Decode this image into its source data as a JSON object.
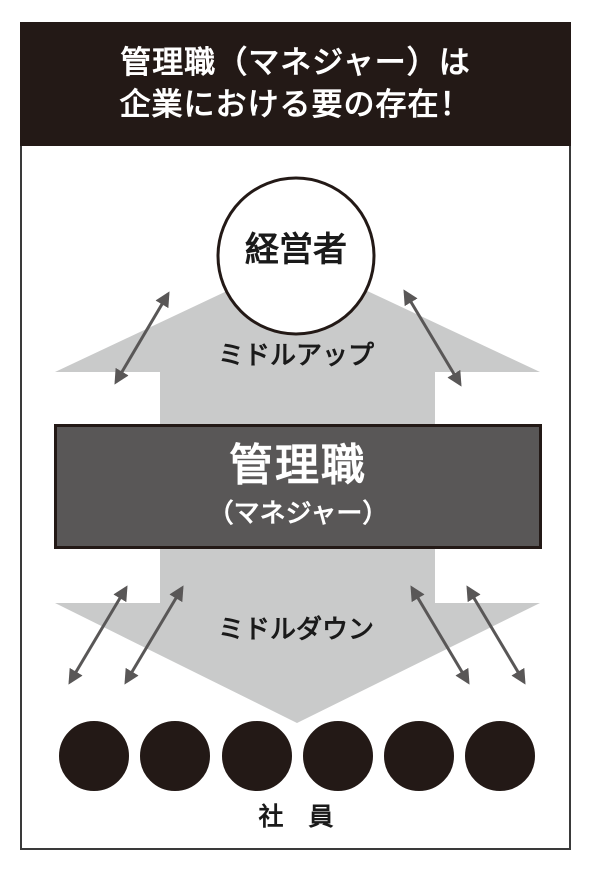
{
  "header": {
    "line1": "管理職（マネジャー）は",
    "line2": "企業における要の存在！"
  },
  "top_node": {
    "label": "経営者"
  },
  "middle_up": {
    "label": "ミドルアップ"
  },
  "manager_box": {
    "title": "管理職",
    "subtitle": "（マネジャー）"
  },
  "middle_down": {
    "label": "ミドルダウン"
  },
  "employees": {
    "label": "社　員",
    "count": 6
  },
  "colors": {
    "header_bg": "#231916",
    "arrow_gray": "#c9caca",
    "manager_box": "#595757",
    "circle_dark": "#231916",
    "double_arrow": "#595757"
  }
}
